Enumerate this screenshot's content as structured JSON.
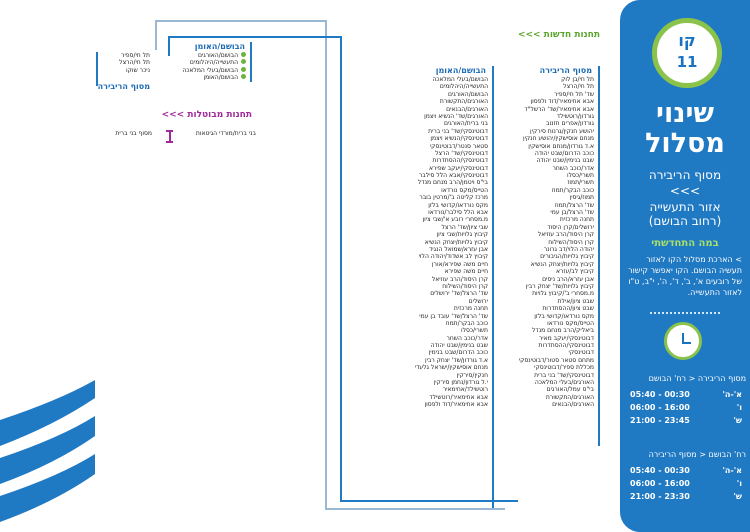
{
  "panel": {
    "badge_word": "קו",
    "badge_number": "11",
    "title_line1": "שינוי",
    "title_line2": "מסלול",
    "route_from": "מסוף הריבירה",
    "route_arrow": ">>>",
    "route_to": "אזור התעשייה",
    "route_to_note": "(רחוב הבושם)",
    "update_title": "במה התחדשתי",
    "update_text": "> הארכת מסלול הקו לאזור תעשיה הבושם. הקו יאפשר קישור של רובעים א', ב', ד', ה', י\"ב, ט\"ו לאזור התעשייה.",
    "direction1": "מסוף הריבירה < רח' הבושם",
    "direction2": "רח' הבושם < מסוף הריבירה",
    "schedule1": [
      {
        "days": "א'-ה'",
        "times": "05:40 - 00:30"
      },
      {
        "days": "ו'",
        "times": "06:00 - 16:00"
      },
      {
        "days": "ש'",
        "times": "21:00 - 23:45"
      }
    ],
    "schedule2": [
      {
        "days": "א'-ה'",
        "times": "05:40 - 00:30"
      },
      {
        "days": "ו'",
        "times": "06:00 - 16:00"
      },
      {
        "days": "ש'",
        "times": "21:00 - 23:30"
      }
    ]
  },
  "new_stations": {
    "title": "תחנות חדשות >>>",
    "col_left_header": "הבושם/האומן",
    "col_right_header": "מסוף הריבירה",
    "col_right": [
      "תל חי/בן לוק",
      "תל חי/הרצל",
      "שד' תל חי/ספיר",
      "אבא אחימאיר/דוד ולפסון",
      "אבא אחימאיר/שד' הרשל\"ד",
      "גורדון/רוטשילד",
      "גורדון/אפרים חזנוב",
      "יהושע חנקין/גרנות סירקין",
      "מנחם אוסישקין/יהושע חנקין",
      "א.ד גורדון/מנחם אוסישקין",
      "כוכב הדרום/שבט יהודה",
      "שבט בנימין/שבט יהודה",
      "אדר/כוכב השחר",
      "תשרי/כסלו",
      "תשרי/תמוז",
      "כוכב הבקר/תמוז",
      "תמוז/גיסין",
      "שד' הרצל/תמוז",
      "שד' הרצל/בן עמי",
      "תחנה מרכזית",
      "ירושלים/קרן היסוד",
      "קרן היסוד/הרב עוזיאל",
      "קרן היסוד/השילוח",
      "יהודה הלוי/דב גרונר",
      "קיבוץ גלויות/הגיבורים",
      "קיבוץ גלויות/יצחק הנשיא",
      "קיבוץ לב/עזרא",
      "אבן עזרא/הרב ניסים",
      "קיבוץ גלויות/שד' יצחק רבין",
      "מ.מסחרי ב'/קיבוץ גלויות",
      "שבט ציון/אילת",
      "שבט ציון/ההסתדרות",
      "מקס נורדאו/קדושי בלזן",
      "הטייס/מקס נורדאו",
      "ביאליק/הרב מנחם מנדל",
      "דבוטינסקי/יעקב מאיר",
      "דבוטינסקי/ההסתדרות",
      "דבוטינסקי",
      "מתחם סטאר סטור/דבוטינסקי",
      "מכללת ספיר/דבוטינסקי",
      "דבוטינסקי/שד' בני ברית",
      "האורגים/בעלי המלאכה",
      "בי\"ס עמל/האורגים",
      "האורגים/התקשורת",
      "האורגים/הבנאים"
    ],
    "col_left": [
      "הבושם/בעלי המלאכה",
      "התעשייה/היהלומים",
      "הבושם/האורגים",
      "האורגים/התקשורת",
      "האורגים/הבנאים",
      "האורגים/שד' הנשיא ויצמן",
      "בני ברית/האורגים",
      "דבוטינסקי/שד' בני ברית",
      "דבוטינסקי/הנשיא ויצמן",
      "סטאר סנטר/דבוטינסקי",
      "דבוטינסקי/שד' הרצל",
      "דבוטינסקי/ההסתדרות",
      "דבוטינסקי/יעקב שפירא",
      "דבוטינסקי/אבא הלל סילבר",
      "בי\"ס ויטמן/הרב מנחם מנדל",
      "הטייס/מקס נורדאו",
      "מרכז קליטה ב'/מרטין בובר",
      "מקס נורדאו/קדושי בלזן",
      "אבא הלל סילבר/נורדאו",
      "מ.מסחרי רובע א'/שבי ציון",
      "שבי ציון/שד' הרצל",
      "קיבוץ גלויות/שבי ציון",
      "קיבוץ גלויות/יצחק הנשיא",
      "אבן עזרא/שמואל הנגיד",
      "קיבוץ לב אשדוד/יהודה הלוי",
      "חיים משה שפירא/אורן",
      "חיים משה שפירא",
      "קרן היסוד/הרב עוזיאל",
      "קרן היסוד/השילוח",
      "שד' הרצל/שד' ירושלים",
      "ירושלים",
      "תחנה מרכזית",
      "שד' הרצל/שד' עובד בן עמי",
      "כוכב הבקר/תמוז",
      "תשרי/כסלו",
      "אדר/כוכב השחר",
      "שבט בנימין/שבט יהודה",
      "כוכב הדרום/שבט בנימין",
      "א.ד גורדון/שד' יצחק רבין",
      "מנחם אוסישקין/ישראל גלעדי",
      "חנקין/סירקין",
      "י.ל גורדון/נחמן סירקין",
      "רוטשילד/אחימאיר",
      "אבא אחימאיר/רוטשילד",
      "אבא אחימאיר/דוד ולפסון"
    ]
  },
  "old_route": {
    "header_left": "הבושם/האומן",
    "header_right": "מסוף הריבירה",
    "left_items": [
      "הבושם/האורגים",
      "התעשייה/היהלומים",
      "הבושם/בעלי המלאכה",
      "הבושם/האומן"
    ],
    "right_items": [
      "תל חי/ספיר",
      "תל חי/הרצל",
      "ניכר שוקו",
      "מסוף הריבירה"
    ],
    "cancelled_title": "תחנות מבוטלות >>>",
    "cancelled_left": "בני ברית/מורדי הגיטאות",
    "cancelled_right": "מסוף בני ברית"
  }
}
